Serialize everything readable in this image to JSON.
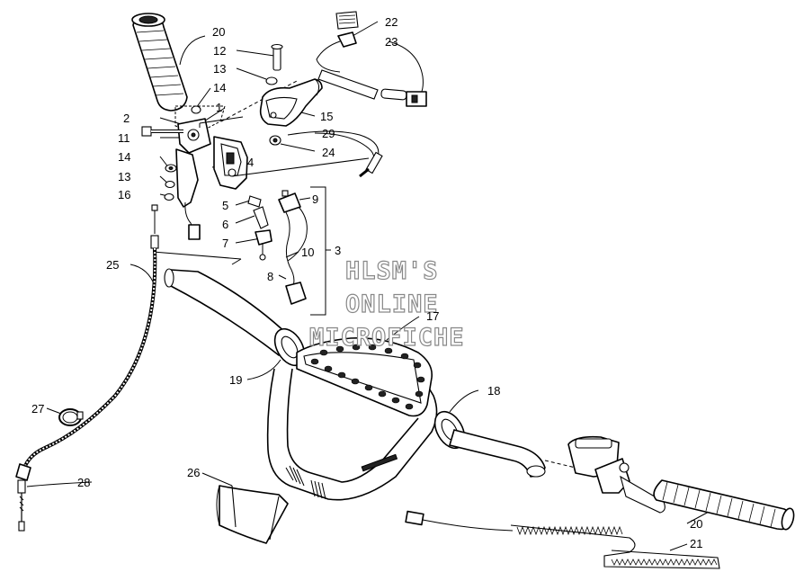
{
  "watermark": {
    "line1": "HLSM'S",
    "line2": "ONLINE",
    "line3": "MICROFICHE"
  },
  "callouts": [
    {
      "id": "c20a",
      "text": "20"
    },
    {
      "id": "c12",
      "text": "12"
    },
    {
      "id": "c13a",
      "text": "13"
    },
    {
      "id": "c14a",
      "text": "14"
    },
    {
      "id": "c1",
      "text": "1"
    },
    {
      "id": "c2",
      "text": "2"
    },
    {
      "id": "c11",
      "text": "11"
    },
    {
      "id": "c14b",
      "text": "14"
    },
    {
      "id": "c13b",
      "text": "13"
    },
    {
      "id": "c16",
      "text": "16"
    },
    {
      "id": "c22",
      "text": "22"
    },
    {
      "id": "c23",
      "text": "23"
    },
    {
      "id": "c15",
      "text": "15"
    },
    {
      "id": "c29",
      "text": "29"
    },
    {
      "id": "c24",
      "text": "24"
    },
    {
      "id": "c4",
      "text": "4"
    },
    {
      "id": "c9",
      "text": "9"
    },
    {
      "id": "c5",
      "text": "5"
    },
    {
      "id": "c6",
      "text": "6"
    },
    {
      "id": "c7",
      "text": "7"
    },
    {
      "id": "c10",
      "text": "10"
    },
    {
      "id": "c3",
      "text": "3"
    },
    {
      "id": "c8",
      "text": "8"
    },
    {
      "id": "c25",
      "text": "25"
    },
    {
      "id": "c17",
      "text": "17"
    },
    {
      "id": "c19",
      "text": "19"
    },
    {
      "id": "c18",
      "text": "18"
    },
    {
      "id": "c27",
      "text": "27"
    },
    {
      "id": "c28",
      "text": "28"
    },
    {
      "id": "c26",
      "text": "26"
    },
    {
      "id": "c20b",
      "text": "20"
    },
    {
      "id": "c21",
      "text": "21"
    }
  ]
}
